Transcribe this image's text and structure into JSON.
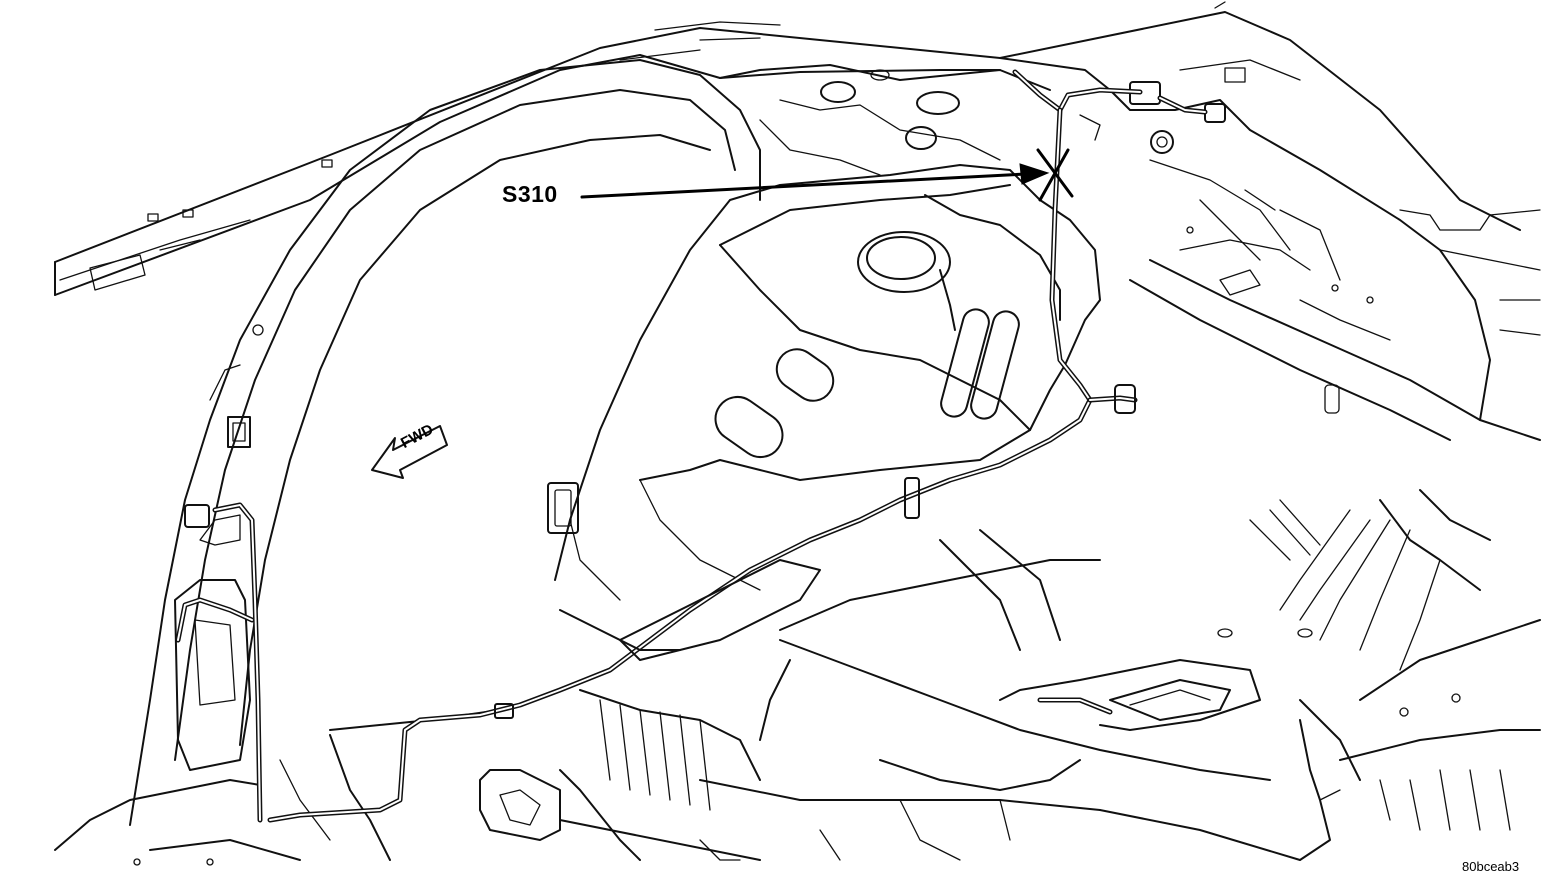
{
  "diagram": {
    "callout": {
      "label": "S310"
    },
    "direction": {
      "label": "FWD",
      "icon": "arrow-left-icon"
    },
    "figure_code": "80bceab3",
    "colors": {
      "line": "#111111",
      "background": "#ffffff"
    }
  }
}
